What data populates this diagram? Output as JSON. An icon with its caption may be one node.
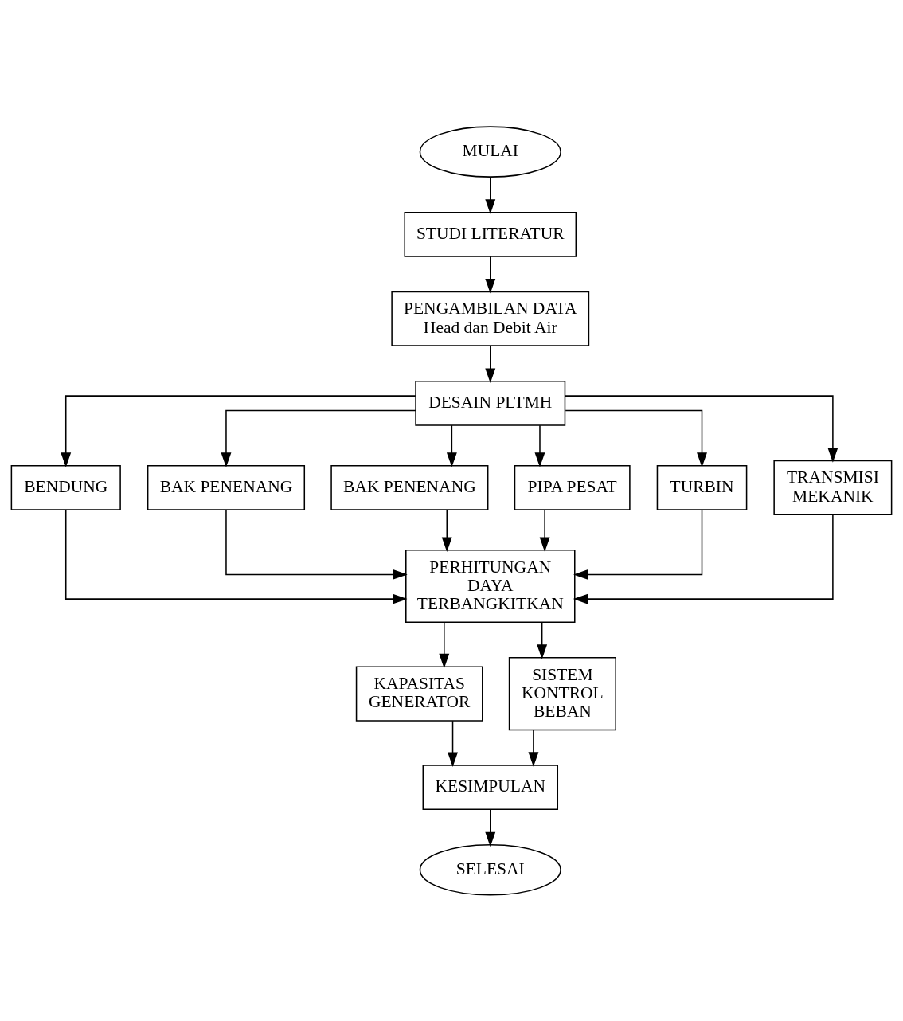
{
  "diagram": {
    "nodes": [
      {
        "text": [
          "MULAI"
        ]
      },
      {
        "text": [
          "STUDI LITERATUR"
        ]
      },
      {
        "text": [
          "PENGAMBILAN DATA",
          "Head dan Debit Air"
        ]
      },
      {
        "text": [
          "DESAIN PLTMH"
        ]
      },
      {
        "text": [
          "BENDUNG"
        ]
      },
      {
        "text": [
          "BAK PENENANG"
        ]
      },
      {
        "text": [
          "BAK PENENANG"
        ]
      },
      {
        "text": [
          "PIPA PESAT"
        ]
      },
      {
        "text": [
          "TURBIN"
        ]
      },
      {
        "text": [
          "TRANSMISI MEKANIK"
        ]
      },
      {
        "text": [
          "PERHITUNGAN DAYA TERBANGKITKAN"
        ]
      },
      {
        "text": [
          "KAPASITAS GENERATOR"
        ]
      },
      {
        "text": [
          "SISTEM KONTROL BEBAN"
        ]
      },
      {
        "text": [
          "KESIMPULAN"
        ]
      },
      {
        "text": [
          "SELESAI"
        ]
      }
    ],
    "edges": [
      {
        "from": 0,
        "to": 1,
        "arrow": "to"
      },
      {
        "from": 1,
        "to": 2,
        "arrow": "to"
      },
      {
        "from": 2,
        "to": 3,
        "arrow": "to"
      },
      {
        "from": 3,
        "to": 4,
        "arrow": "to"
      },
      {
        "from": 3,
        "to": 5,
        "arrow": "to"
      },
      {
        "from": 3,
        "to": 6,
        "arrow": "to"
      },
      {
        "from": 3,
        "to": 7,
        "arrow": "to"
      },
      {
        "from": 3,
        "to": 8,
        "arrow": "to"
      },
      {
        "from": 3,
        "to": 9,
        "arrow": "to"
      },
      {
        "from": 4,
        "to": 10,
        "arrow": "to"
      },
      {
        "from": 5,
        "to": 10,
        "arrow": "to"
      },
      {
        "from": 6,
        "to": 10,
        "arrow": "to"
      },
      {
        "from": 7,
        "to": 10,
        "arrow": "to"
      },
      {
        "from": 8,
        "to": 10,
        "arrow": "to"
      },
      {
        "from": 9,
        "to": 10,
        "arrow": "to"
      },
      {
        "from": 10,
        "to": 11,
        "arrow": "to"
      },
      {
        "from": 10,
        "to": 12,
        "arrow": "to"
      },
      {
        "from": 11,
        "to": 13,
        "arrow": "to"
      },
      {
        "from": 12,
        "to": 13,
        "arrow": "to"
      },
      {
        "from": 13,
        "to": 14,
        "arrow": "to"
      }
    ]
  }
}
